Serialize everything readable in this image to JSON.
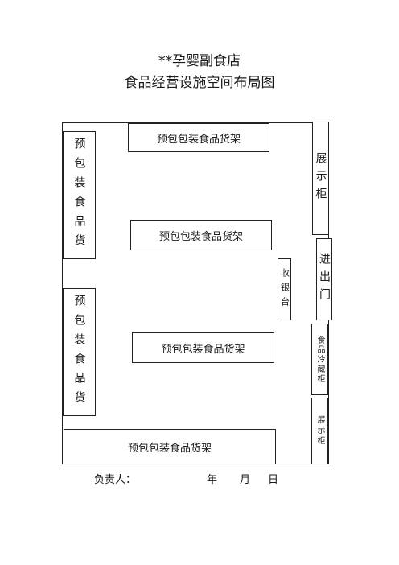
{
  "title": {
    "line1": "**孕婴副食店",
    "line2": "食品经营设施空间布局图"
  },
  "layout": {
    "shelf_top": "预包包装食品货架",
    "shelf_middle_1": "预包包装食品货架",
    "shelf_middle_2": "预包包装食品货架",
    "shelf_bottom": "预包包装食品货架",
    "left_shelf_upper": "预包装食品货",
    "left_shelf_lower": "预包装食品货",
    "display_cabinet_top": "展示柜",
    "entrance": "进出门",
    "cashier": "收银台",
    "cold_storage": "食品冷藏柜",
    "display_cabinet_bottom": "展示柜"
  },
  "footer": {
    "responsible": "负责人：",
    "year": "年",
    "month": "月",
    "day": "日"
  }
}
